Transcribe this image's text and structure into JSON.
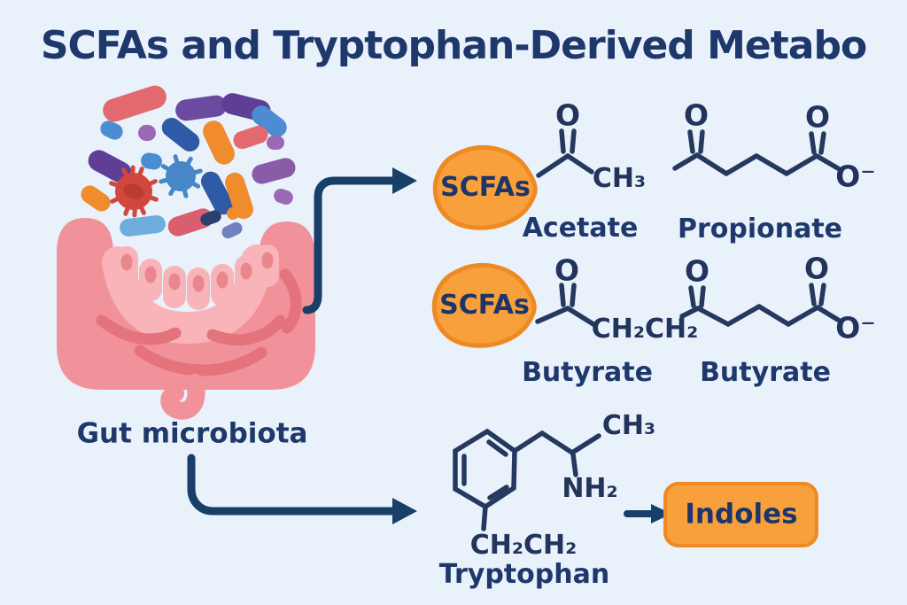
{
  "title": "SCFAs and Tryptophan-Derived Metabo",
  "labels": {
    "gut": "Gut microbiota"
  },
  "badges": {
    "scfas_top": "SCFAs",
    "scfas_middle": "SCFAs",
    "indoles": "Indoles"
  },
  "molecules": {
    "acetate": {
      "name": "Acetate",
      "atoms": {
        "o": "O",
        "ch3": "CH₃"
      }
    },
    "propionate": {
      "name": "Propionate",
      "atoms": {
        "o1": "O",
        "o2": "O",
        "ominus": "O⁻"
      }
    },
    "butyrate_left": {
      "name": "Butyrate",
      "atoms": {
        "o": "O",
        "ch2ch2": "CH₂CH₂"
      }
    },
    "butyrate_right": {
      "name": "Butyrate",
      "atoms": {
        "o1": "O",
        "o2": "O",
        "ominus": "O⁻"
      }
    },
    "tryptophan": {
      "name": "Tryptophan",
      "atoms": {
        "ch3": "CH₃",
        "nh2": "NH₂",
        "ch2ch2": "CH₂CH₂"
      }
    }
  },
  "colors": {
    "background": "#E9F1FB",
    "navy_text": "#1E386B",
    "bond": "#25395F",
    "arrow": "#173F68",
    "badge_fill": "#F7A03C",
    "badge_border": "#ED8A23",
    "gut_pink": "#F1929A",
    "gut_light_pink": "#F8B4B8",
    "gut_dark_pink": "#E4737B",
    "microbe_red": "#D1463F",
    "microbe_blue": "#4787C7",
    "bacteria_purple": "#5F3F96",
    "bacteria_orange": "#F08C2E",
    "bacteria_salmon": "#E2696E"
  }
}
